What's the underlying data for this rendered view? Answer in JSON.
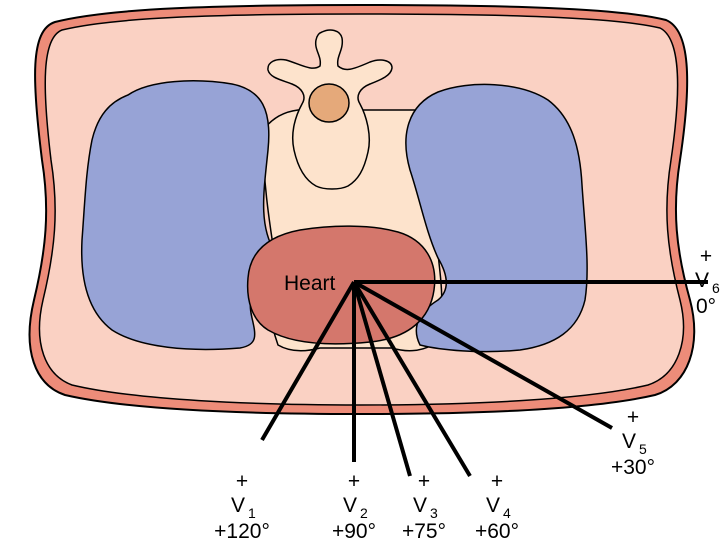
{
  "heart_label": "Heart",
  "plus_sign": "+",
  "leads": [
    {
      "letter": "V",
      "index": "1",
      "angle": "+120°",
      "angle_deg": 120
    },
    {
      "letter": "V",
      "index": "2",
      "angle": "+90°",
      "angle_deg": 90
    },
    {
      "letter": "V",
      "index": "3",
      "angle": "+75°",
      "angle_deg": 75
    },
    {
      "letter": "V",
      "index": "4",
      "angle": "+60°",
      "angle_deg": 60
    },
    {
      "letter": "V",
      "index": "5",
      "angle": "+30°",
      "angle_deg": 30
    },
    {
      "letter": "V",
      "index": "6",
      "angle": "0°",
      "angle_deg": 0
    }
  ],
  "colors": {
    "skin": "#ed8c79",
    "tissue": "#fad1c3",
    "lung": "#97a3d6",
    "heart": "#d4776c",
    "vertebra": "#fde3cc",
    "spinal_cord": "#e5a97a",
    "mediastinum": "#fde3cc"
  }
}
